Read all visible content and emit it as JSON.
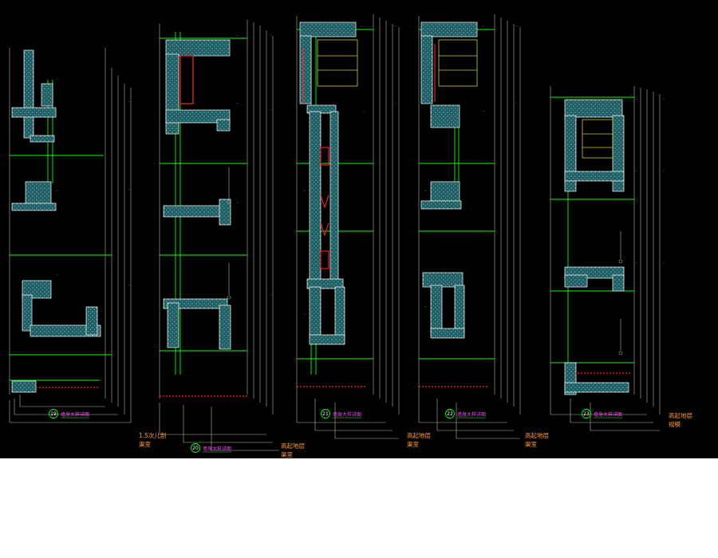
{
  "drawing": {
    "sections": [
      {
        "id": "19",
        "caption": "墙身大样详图"
      },
      {
        "id": "20",
        "caption": "墙身大样详图"
      },
      {
        "id": "21",
        "caption": "墙身大样详图"
      },
      {
        "id": "22",
        "caption": "墙身大样详图"
      },
      {
        "id": "23",
        "caption": "墙身大样详图"
      }
    ],
    "notes": [
      {
        "lines": [
          "1.5次儿剖",
          "渠室"
        ]
      },
      {
        "lines": [
          "高起地层",
          "渠室"
        ]
      },
      {
        "lines": [
          "高起地层",
          "渠室"
        ]
      },
      {
        "lines": [
          "高起地层",
          "渠室"
        ]
      },
      {
        "lines": [
          "高起地层",
          "规模"
        ]
      }
    ]
  },
  "colors": {
    "background": "#000000",
    "wall_fill": "#1f5f66",
    "wall_stroke": "#ffffff",
    "structural": "#00ff00",
    "line_light": "#b9b9a0",
    "accent_yellow": "#cccc33",
    "accent_red": "#ff2222",
    "accent_magenta": "#ff44ff",
    "accent_cyan": "#00e0e0",
    "label_orange": "#ff9a33",
    "bubble_stroke": "#00ff00"
  }
}
